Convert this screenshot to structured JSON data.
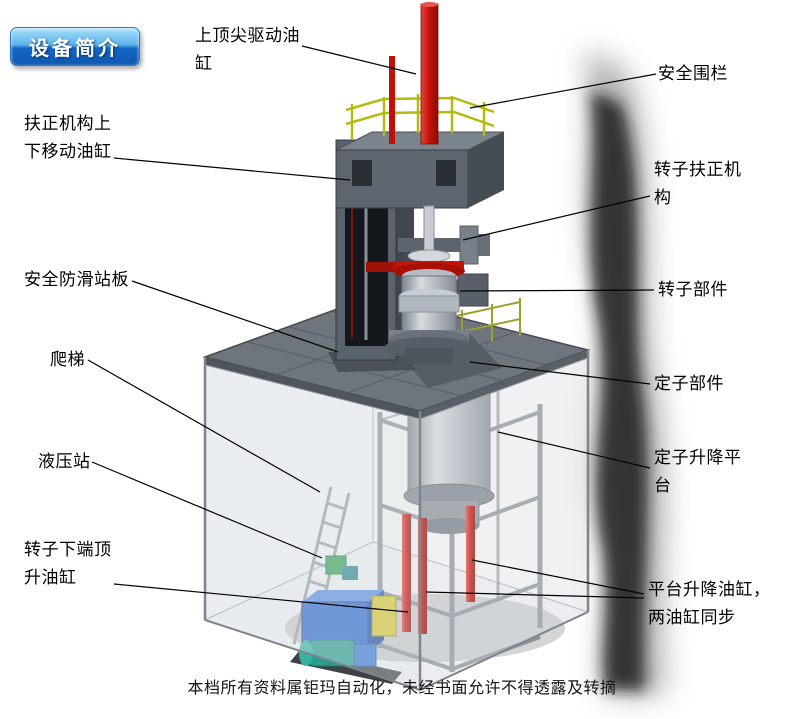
{
  "badge": {
    "label": "设备简介"
  },
  "labels": {
    "top_spindle_cylinder": "上顶尖驱动油缸",
    "safety_fence": "安全围栏",
    "centering_lift_cylinder": "扶正机构上下移动油缸",
    "rotor_centering_mechanism": "转子扶正机构",
    "anti_slip_platform": "安全防滑站板",
    "rotor_component": "转子部件",
    "ladder": "爬梯",
    "stator_component": "定子部件",
    "hydraulic_station": "液压站",
    "stator_lift_platform": "定子升降平台",
    "rotor_bottom_jack_cylinder": "转子下端顶升油缸",
    "platform_lift_cylinders": "平台升降油缸，两油缸同步"
  },
  "footer": {
    "copyright": "本档所有资料属钜玛自动化，未经书面允许不得透露及转摘"
  },
  "colors": {
    "badge_blue": "#1566c8",
    "cylinder_red": "#c01108",
    "railing_yellow": "#b6b90f",
    "hydraulic_blue": "#2e6ad0",
    "steel_gray": "#5d656f"
  }
}
